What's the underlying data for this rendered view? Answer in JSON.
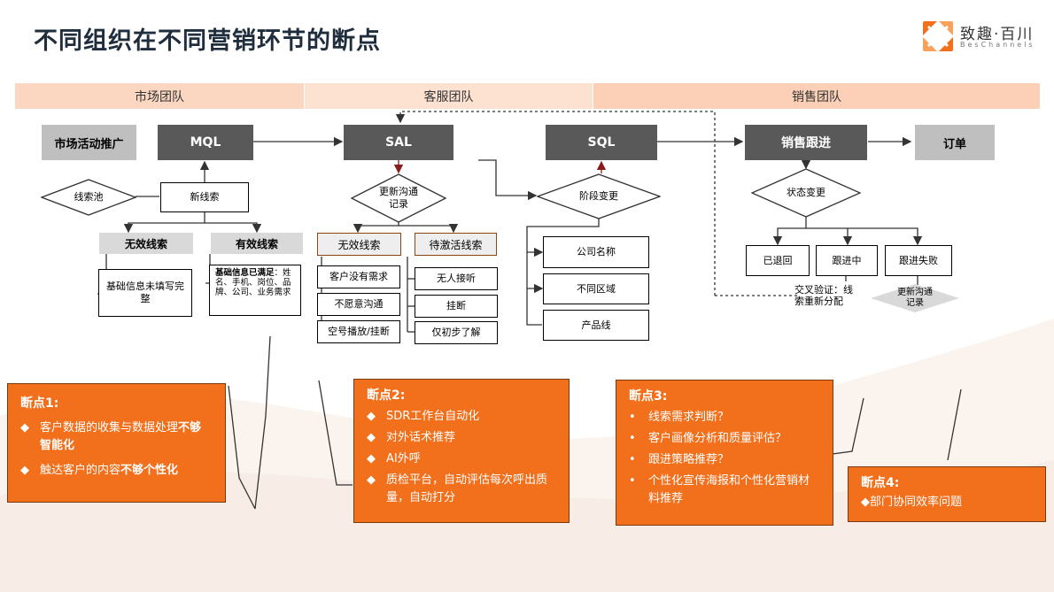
{
  "title": "不同组织在不同营销环节的断点",
  "logo": {
    "name": "致趣·百川",
    "sub": "BesChannels"
  },
  "teams": [
    "市场团队",
    "客服团队",
    "销售团队"
  ],
  "stages": {
    "campaign": "市场活动推广",
    "mql": "MQL",
    "sal": "SAL",
    "sql": "SQL",
    "follow": "销售跟进",
    "order": "订单"
  },
  "market": {
    "pool": "线索池",
    "new_lead": "新线索",
    "invalid": "无效线索",
    "valid": "有效线索",
    "invalid_reason": "基础信息未填写完整",
    "valid_title": "基础信息已满足",
    "valid_detail": "：姓名、手机、岗位、品牌、公司、业务需求"
  },
  "service": {
    "update": "更新沟通记录",
    "invalid": "无效线索",
    "pending": "待激活线索",
    "invalid_items": [
      "客户没有需求",
      "不愿意沟通",
      "空号播放/挂断"
    ],
    "pending_items": [
      "无人接听",
      "挂断",
      "仅初步了解"
    ]
  },
  "sql": {
    "stage_change": "阶段变更",
    "items": [
      "公司名称",
      "不同区域",
      "产品线"
    ]
  },
  "sales": {
    "status_change": "状态变更",
    "items": [
      "已退回",
      "跟进中",
      "跟进失败"
    ],
    "cross_check": "交叉验证：线索重新分配",
    "update": "更新沟通记录"
  },
  "breakpoints": [
    {
      "title": "断点1:",
      "items": [
        {
          "bullet": "◆",
          "text": "客户数据的收集与数据处理",
          "bold": "不够智能化"
        },
        {
          "bullet": "◆",
          "text": "触达客户的内容",
          "bold": "不够个性化"
        }
      ]
    },
    {
      "title": "断点2:",
      "items": [
        {
          "bullet": "◆",
          "text": "SDR工作台自动化",
          "bold": ""
        },
        {
          "bullet": "◆",
          "text": "对外话术推荐",
          "bold": ""
        },
        {
          "bullet": "◆",
          "text": "AI外呼",
          "bold": ""
        },
        {
          "bullet": "◆",
          "text": "质检平台，自动评估每次呼出质量，自动打分",
          "bold": ""
        }
      ]
    },
    {
      "title": "断点3:",
      "items": [
        {
          "bullet": "•",
          "text": "线索需求判断？",
          "bold": ""
        },
        {
          "bullet": "•",
          "text": "客户画像分析和质量评估？",
          "bold": ""
        },
        {
          "bullet": "•",
          "text": "跟进策略推荐？",
          "bold": ""
        },
        {
          "bullet": "•",
          "text": "个性化宣传海报和个性化营销材料推荐",
          "bold": ""
        }
      ]
    },
    {
      "title": "断点4:",
      "items": [
        {
          "bullet": "◆",
          "text": "部门协同效率问题",
          "bold": ""
        }
      ]
    }
  ],
  "colors": {
    "accent": "#f26f1c",
    "dark": "#595959",
    "band": "#fbd7c2"
  }
}
